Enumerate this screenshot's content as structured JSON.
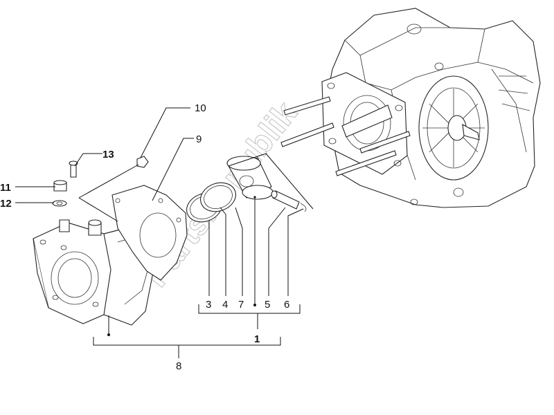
{
  "watermark": "PartsRepublik",
  "callouts": {
    "c1": "1",
    "c3": "3",
    "c4": "4",
    "c5": "5",
    "c6": "6",
    "c7": "7",
    "c8": "8",
    "c9": "9",
    "c10": "10",
    "c11": "11",
    "c12": "12",
    "c13": "13"
  }
}
